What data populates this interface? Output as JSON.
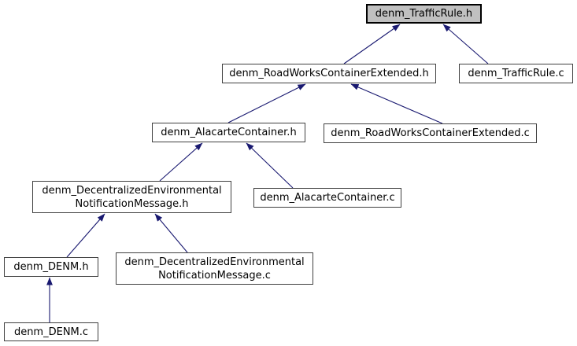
{
  "diagram": {
    "type": "include-dependency-graph",
    "background_color": "#ffffff",
    "edge_color": "#191970",
    "node_fill_color": "#ffffff",
    "node_border_color": "#404040",
    "highlight_fill_color": "#c0c0c0",
    "highlight_border_color": "#000000",
    "nodes": [
      {
        "id": "denm_TrafficRule.h",
        "label": "denm_TrafficRule.h",
        "highlighted": true
      },
      {
        "id": "denm_RoadWorksContainerExtended.h",
        "label": "denm_RoadWorksContainerExtended.h",
        "highlighted": false
      },
      {
        "id": "denm_TrafficRule.c",
        "label": "denm_TrafficRule.c",
        "highlighted": false
      },
      {
        "id": "denm_AlacarteContainer.h",
        "label": "denm_AlacarteContainer.h",
        "highlighted": false
      },
      {
        "id": "denm_RoadWorksContainerExtended.c",
        "label": "denm_RoadWorksContainerExtended.c",
        "highlighted": false
      },
      {
        "id": "denm_DecentralizedEnvironmentalNotificationMessage.h",
        "label": "denm_DecentralizedEnvironmental\nNotificationMessage.h",
        "highlighted": false
      },
      {
        "id": "denm_AlacarteContainer.c",
        "label": "denm_AlacarteContainer.c",
        "highlighted": false
      },
      {
        "id": "denm_DENM.h",
        "label": "denm_DENM.h",
        "highlighted": false
      },
      {
        "id": "denm_DecentralizedEnvironmentalNotificationMessage.c",
        "label": "denm_DecentralizedEnvironmental\nNotificationMessage.c",
        "highlighted": false
      },
      {
        "id": "denm_DENM.c",
        "label": "denm_DENM.c",
        "highlighted": false
      }
    ],
    "edges": [
      {
        "from": "denm_RoadWorksContainerExtended.h",
        "to": "denm_TrafficRule.h"
      },
      {
        "from": "denm_TrafficRule.c",
        "to": "denm_TrafficRule.h"
      },
      {
        "from": "denm_AlacarteContainer.h",
        "to": "denm_RoadWorksContainerExtended.h"
      },
      {
        "from": "denm_RoadWorksContainerExtended.c",
        "to": "denm_RoadWorksContainerExtended.h"
      },
      {
        "from": "denm_DecentralizedEnvironmentalNotificationMessage.h",
        "to": "denm_AlacarteContainer.h"
      },
      {
        "from": "denm_AlacarteContainer.c",
        "to": "denm_AlacarteContainer.h"
      },
      {
        "from": "denm_DENM.h",
        "to": "denm_DecentralizedEnvironmentalNotificationMessage.h"
      },
      {
        "from": "denm_DecentralizedEnvironmentalNotificationMessage.c",
        "to": "denm_DecentralizedEnvironmentalNotificationMessage.h"
      },
      {
        "from": "denm_DENM.c",
        "to": "denm_DENM.h"
      }
    ]
  }
}
